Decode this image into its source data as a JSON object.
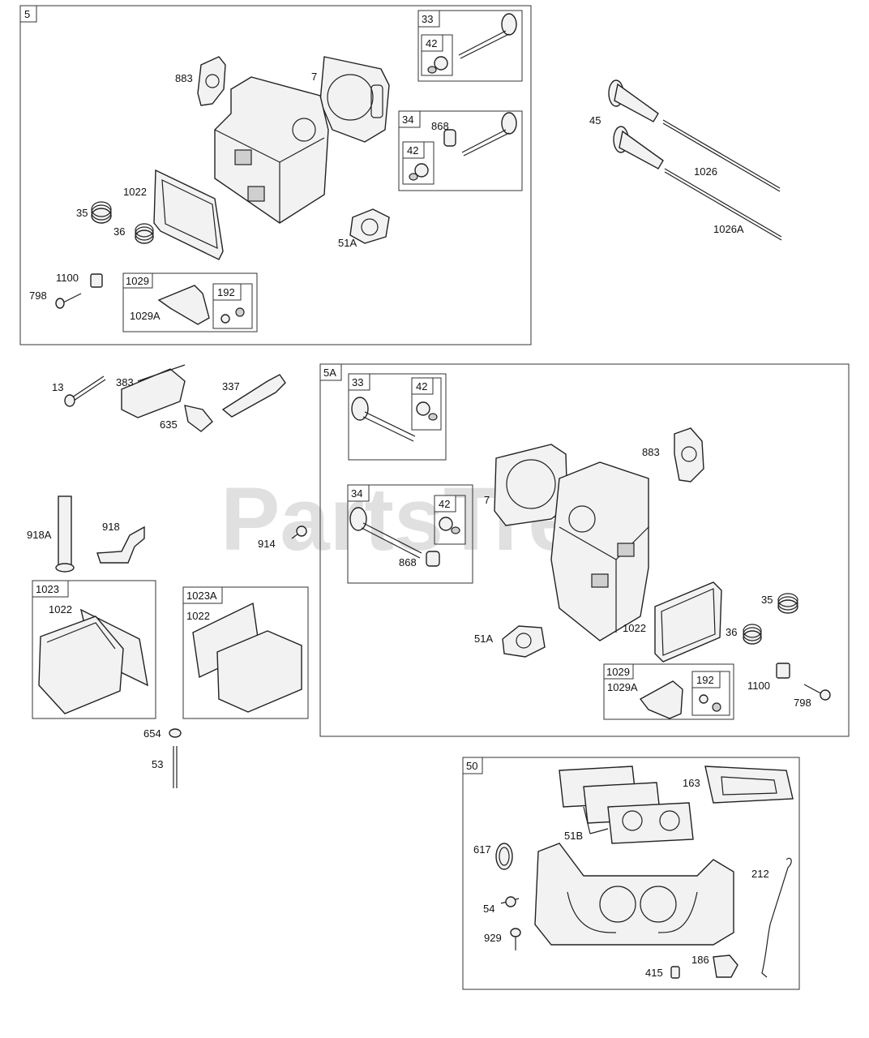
{
  "watermark": {
    "text": "PartsTree",
    "trademark": "™"
  },
  "groups": [
    {
      "id": "5",
      "title": "5"
    },
    {
      "id": "5A",
      "title": "5A"
    },
    {
      "id": "50",
      "title": "50"
    },
    {
      "id": "g1",
      "title": "33"
    },
    {
      "id": "g2",
      "title": "42"
    },
    {
      "id": "g3",
      "title": "34"
    },
    {
      "id": "g4",
      "title": "42"
    },
    {
      "id": "g5",
      "title": "1029"
    },
    {
      "id": "g6",
      "title": "192"
    },
    {
      "id": "g7",
      "title": "1023"
    },
    {
      "id": "g8",
      "title": "1023A"
    },
    {
      "id": "g9",
      "title": "33"
    },
    {
      "id": "g10",
      "title": "42"
    },
    {
      "id": "g11",
      "title": "34"
    },
    {
      "id": "g12",
      "title": "42"
    },
    {
      "id": "g13",
      "title": "1029"
    },
    {
      "id": "g14",
      "title": "192"
    }
  ],
  "callouts": [
    "883",
    "7",
    "868",
    "1022",
    "35",
    "36",
    "51A",
    "1100",
    "798",
    "1029A",
    "45",
    "1026",
    "1026A",
    "13",
    "383",
    "337",
    "635",
    "918A",
    "918",
    "914",
    "1022",
    "1022",
    "654",
    "53",
    "883",
    "7",
    "868",
    "51A",
    "1022",
    "35",
    "36",
    "1029A",
    "1100",
    "798",
    "163",
    "51B",
    "617",
    "212",
    "54",
    "929",
    "186",
    "415"
  ]
}
